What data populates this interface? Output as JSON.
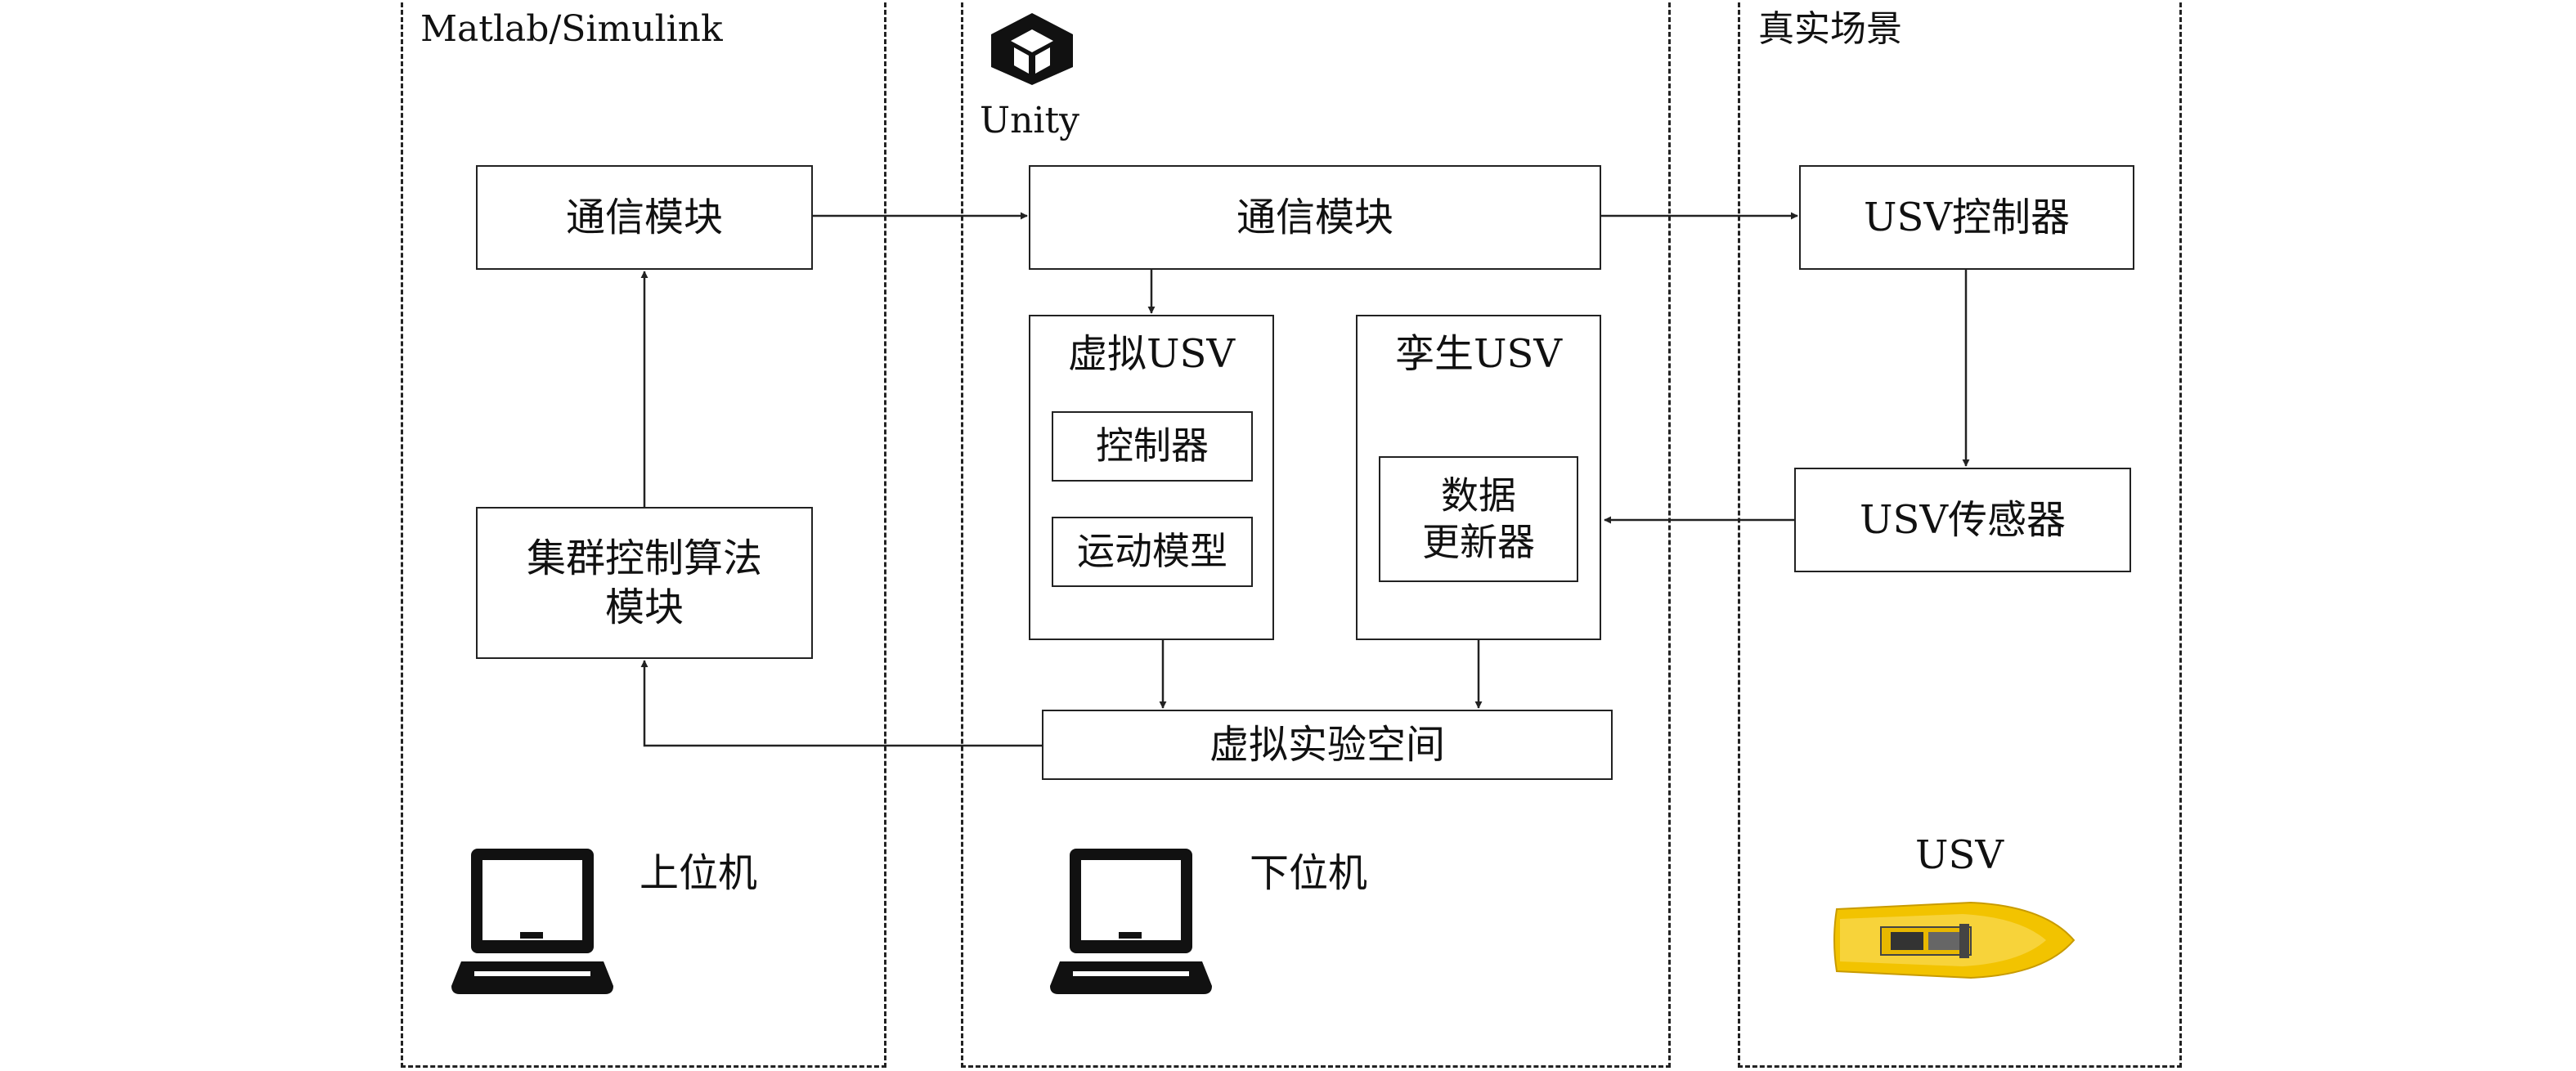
{
  "regions": {
    "left_title": "Matlab/Simulink",
    "middle_title": "Unity",
    "right_title": "真实场景"
  },
  "left": {
    "comm": "通信模块",
    "swarm_line1": "集群控制算法",
    "swarm_line2": "模块",
    "host": "上位机"
  },
  "middle": {
    "comm": "通信模块",
    "virtual_usv": {
      "title": "虚拟USV",
      "controller": "控制器",
      "motion_model": "运动模型"
    },
    "twin_usv": {
      "title": "孪生USV",
      "updater_line1": "数据",
      "updater_line2": "更新器"
    },
    "space": "虚拟实验空间",
    "host": "下位机"
  },
  "right": {
    "controller": "USV控制器",
    "sensor": "USV传感器",
    "usv_label": "USV"
  },
  "icons": {
    "unity": "unity-logo-icon",
    "laptop": "laptop-icon",
    "boat": "usv-boat-icon",
    "boat_color": "#f2c300"
  }
}
